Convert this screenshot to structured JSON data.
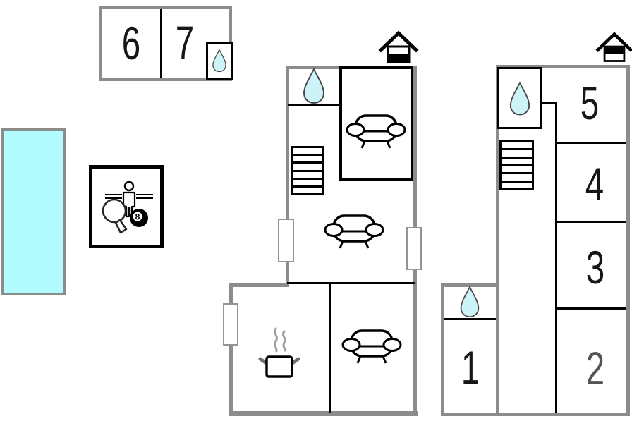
{
  "plan_type": "vacation-home floor plan",
  "colors": {
    "wall": "#8c8c8c",
    "interior_line": "#000000",
    "water_fill": "#ccf4f8",
    "water_stroke": "#4a4a4a",
    "pool_fill": "#b2fbff",
    "label": "#161616",
    "room2_label_muted": "#555555",
    "steam": "#9e9e9e",
    "pot_handle": "#6f6f6f"
  },
  "outbuilding": {
    "room6": "6",
    "room7": "7"
  },
  "upper_floor_rooms": {
    "room1": "1",
    "room2": "2",
    "room3": "3",
    "room4": "4",
    "room5": "5"
  },
  "game_room": {
    "ball_number": "8"
  },
  "icons": {
    "water_drop": "bathroom-water-drop",
    "pool": "swimming-pool",
    "sofa": "sofa-top-view",
    "stairs": "staircase",
    "stove": "steaming-pot",
    "floor_indicator_ground": "house-section-lower-floor-black",
    "floor_indicator_upper": "house-section-upper-floor-black",
    "table_tennis": "table-tennis-paddle",
    "foosball": "foosball-player-on-rod",
    "billiards": "eight-ball"
  }
}
